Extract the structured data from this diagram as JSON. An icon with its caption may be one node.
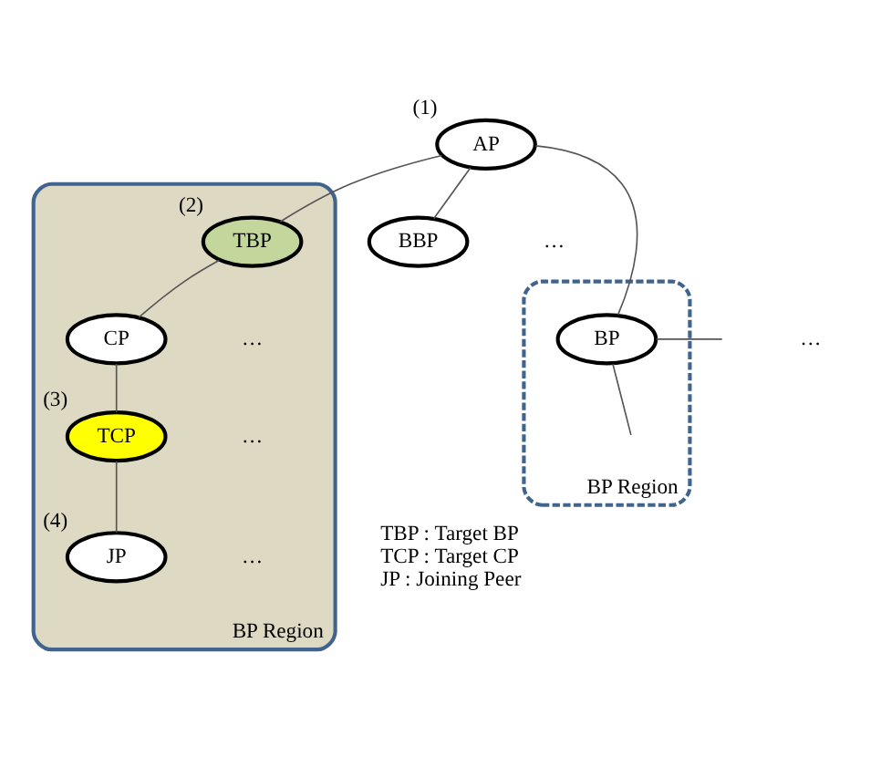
{
  "diagram": {
    "nodes": [
      {
        "text": [
          "AP"
        ],
        "beside": [
          "(1)"
        ]
      },
      {
        "text": [
          "BP Region"
        ]
      },
      {
        "text": [
          "TBP"
        ],
        "in": 1,
        "beside": [
          "(2)"
        ]
      },
      {
        "text": [
          "CP"
        ],
        "in": 1
      },
      {
        "text": [
          "TCP"
        ],
        "in": 1,
        "beside": [
          "(3)"
        ]
      },
      {
        "text": [
          "JP"
        ],
        "in": 1,
        "beside": [
          "(4)"
        ]
      },
      {
        "text": [
          "BBP"
        ]
      },
      {
        "text": [
          "BP Region"
        ]
      },
      {
        "text": [
          "BP"
        ],
        "in": 7
      }
    ],
    "edges": [
      {
        "from": 0,
        "to": 2,
        "arrow": "none"
      },
      {
        "from": 0,
        "to": 6,
        "arrow": "none"
      },
      {
        "from": 0,
        "to": 8,
        "arrow": "none"
      },
      {
        "from": 2,
        "to": 3,
        "arrow": "none"
      },
      {
        "from": 3,
        "to": 4,
        "arrow": "none"
      },
      {
        "from": 4,
        "to": 5,
        "arrow": "none"
      },
      {
        "from": 8,
        "to": null,
        "arrow": "none"
      },
      {
        "from": 8,
        "to": null,
        "arrow": "none"
      }
    ],
    "labels": [
      "…",
      "…",
      "…",
      "…",
      "…",
      "TBP : Target BP",
      "TCP : Target CP",
      "JP : Joining Peer"
    ]
  }
}
